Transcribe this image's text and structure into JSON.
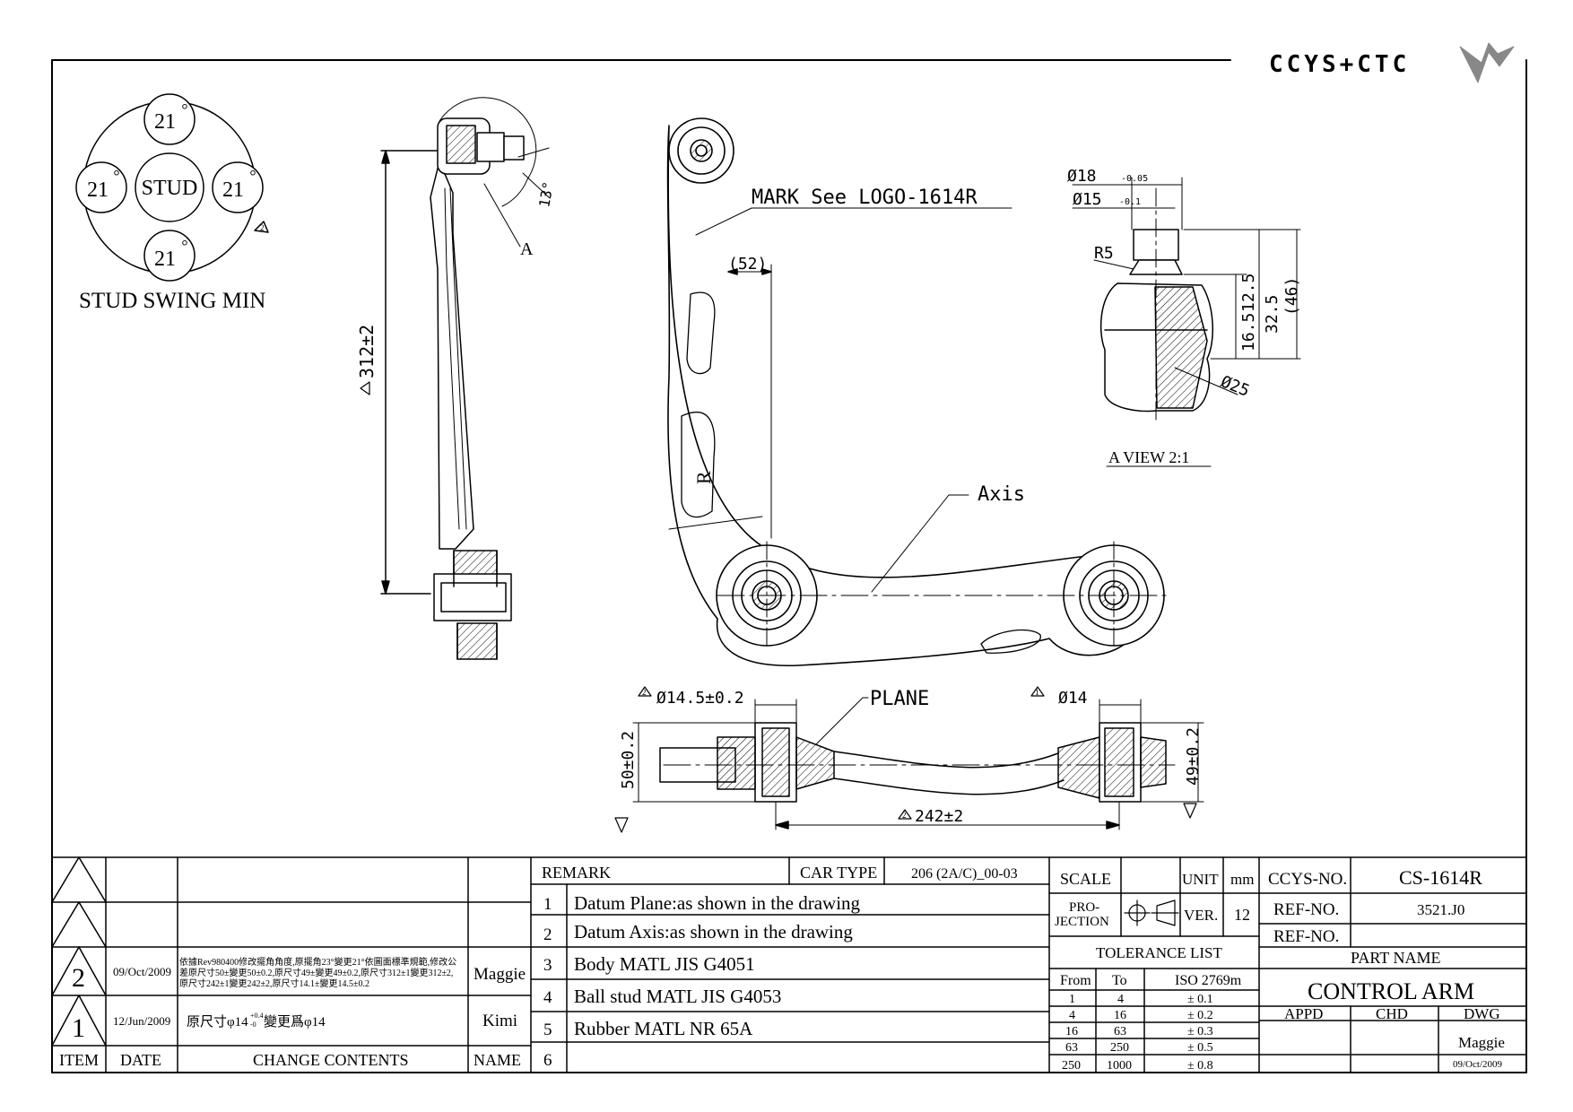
{
  "logo": {
    "text": "CCYS+CTC"
  },
  "stud_swing": {
    "title": "STUD SWING MIN",
    "center": "STUD",
    "top": "21",
    "left": "21",
    "right": "21",
    "bottom": "21",
    "degree": "°",
    "rev_mark": "2"
  },
  "side_view": {
    "dim_length": "312±2",
    "rev_mark": "2",
    "angle": "13°",
    "view_ref": "A"
  },
  "top_view": {
    "mark_note": "MARK See LOGO-1614R",
    "dim_52": "(52)",
    "side_letter": "R",
    "axis_label": "Axis"
  },
  "detail_view": {
    "dia18": "Ø18",
    "dia18_tol": "-0.05",
    "dia15": "Ø15",
    "dia15_tol": "-0.1",
    "r5": "R5",
    "dim_12_5": "12.5",
    "dim_16_5": "16.5",
    "dim_32_5": "32.5",
    "dim_46": "(46)",
    "dia25": "Ø25",
    "caption": "A VIEW 2:1"
  },
  "front_view": {
    "dia14_5": "Ø14.5±0.2",
    "plane_label": "PLANE",
    "dia14": "Ø14",
    "dim_50": "50±0.2",
    "dim_49": "49±0.2",
    "dim_242": "242±2",
    "rev2": "2",
    "rev1": "1"
  },
  "revision_block": {
    "headers": {
      "item": "ITEM",
      "date": "DATE",
      "contents": "CHANGE CONTENTS",
      "name": "NAME"
    },
    "rows": [
      {
        "item": "2",
        "date": "09/Oct/2009",
        "content1": "依據Rev980400修改擺角角度,原擺角23°變更21°依圖面標準規範,修改公",
        "content2": "差原尺寸50±變更50±0.2,原尺寸49±變更49±0.2,原尺寸312±1變更312±2,",
        "content3": "原尺寸242±1變更242±2,原尺寸14.1±變更14.5±0.2",
        "name": "Maggie"
      },
      {
        "item": "1",
        "date": "12/Jun/2009",
        "content1": "原尺寸φ14",
        "content2": "變更爲φ14",
        "tol_up": "+0.4",
        "tol_dn": "-0",
        "name": "Kimi"
      }
    ]
  },
  "remarks": {
    "header": "REMARK",
    "car_type_label": "CAR TYPE",
    "car_type_value": "206 (2A/C)_00-03",
    "items": [
      {
        "no": "1",
        "text": "Datum Plane:as shown in the drawing"
      },
      {
        "no": "2",
        "text": "Datum Axis:as shown in the drawing"
      },
      {
        "no": "3",
        "text": "Body MATL JIS G4051"
      },
      {
        "no": "4",
        "text": "Ball stud MATL JIS G4053"
      },
      {
        "no": "5",
        "text": "Rubber MATL NR 65A"
      },
      {
        "no": "6",
        "text": ""
      }
    ]
  },
  "title_block": {
    "scale_label": "SCALE",
    "scale_value": "",
    "unit_label": "UNIT",
    "unit_value": "mm",
    "projection_label1": "PRO-",
    "projection_label2": "JECTION",
    "ver_label": "VER.",
    "ver_value": "12",
    "tolerance_title": "TOLERANCE LIST",
    "tol_headers": {
      "from": "From",
      "to": "To",
      "std": "ISO 2769m"
    },
    "tolerances": [
      {
        "from": "1",
        "to": "4",
        "tol": "± 0.1"
      },
      {
        "from": "4",
        "to": "16",
        "tol": "± 0.2"
      },
      {
        "from": "16",
        "to": "63",
        "tol": "± 0.3"
      },
      {
        "from": "63",
        "to": "250",
        "tol": "± 0.5"
      },
      {
        "from": "250",
        "to": "1000",
        "tol": "± 0.8"
      }
    ],
    "ccys_no_label": "CCYS-NO.",
    "ccys_no_value": "CS-1614R",
    "ref_no_label": "REF-NO.",
    "ref_no_value": "3521.J0",
    "ref_no2_label": "REF-NO.",
    "ref_no2_value": "",
    "part_name_label": "PART NAME",
    "part_name_value": "CONTROL ARM",
    "appd_label": "APPD",
    "chd_label": "CHD",
    "dwg_label": "DWG",
    "dwg_name": "Maggie",
    "dwg_date": "09/Oct/2009"
  }
}
